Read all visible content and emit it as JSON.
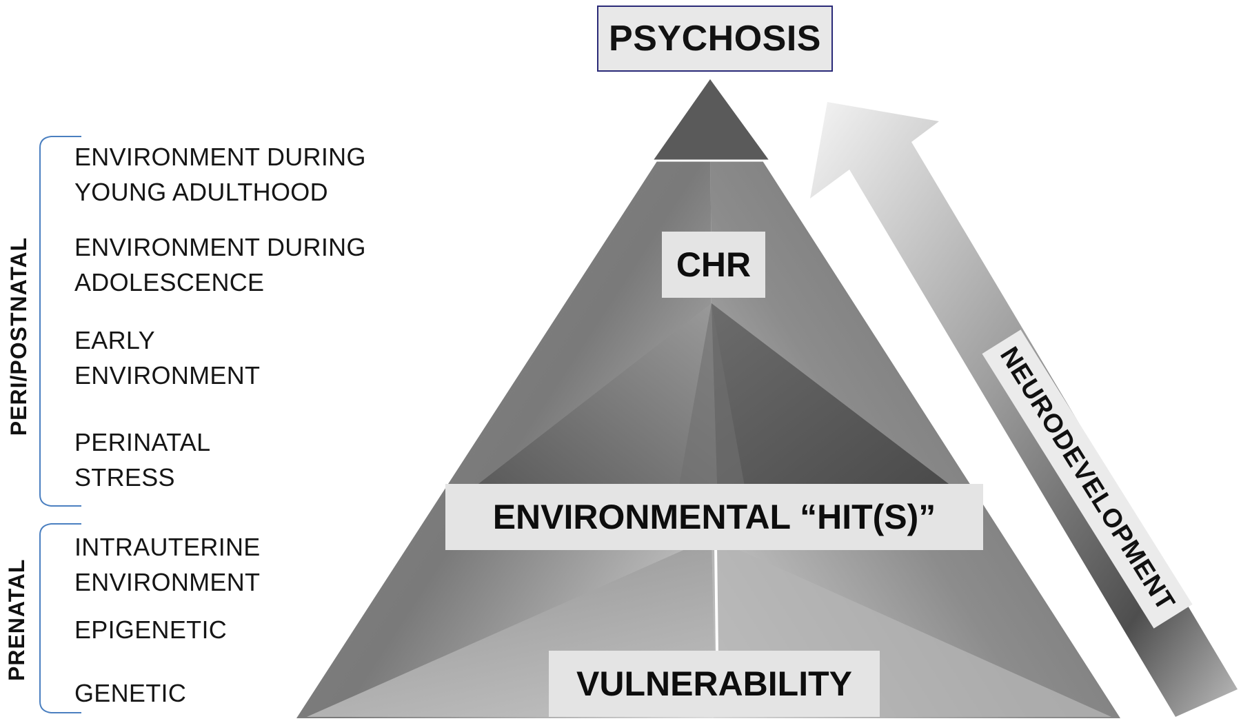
{
  "diagram": {
    "apex": "PSYCHOSIS",
    "tiers": {
      "chr": "CHR",
      "environmental_hits": "ENVIRONMENTAL “HIT(S)”",
      "vulnerability": "VULNERABILITY"
    },
    "arrow_label": "NEURODEVELOPMENT",
    "groups": {
      "peri_postnatal": {
        "label": "PERI/POSTNATAL",
        "items": [
          [
            "ENVIRONMENT DURING",
            "YOUNG ADULTHOOD"
          ],
          [
            "ENVIRONMENT DURING",
            "ADOLESCENCE"
          ],
          [
            "EARLY",
            "ENVIRONMENT"
          ],
          [
            "PERINATAL",
            "STRESS"
          ]
        ]
      },
      "prenatal": {
        "label": "PRENATAL",
        "items": [
          [
            "INTRAUTERINE",
            "ENVIRONMENT"
          ],
          [
            "EPIGENETIC"
          ],
          [
            "GENETIC"
          ]
        ]
      }
    },
    "colors": {
      "bracket": "#4a7fc0",
      "title_border": "#2a2a78",
      "label_box": "#e4e4e4"
    }
  }
}
